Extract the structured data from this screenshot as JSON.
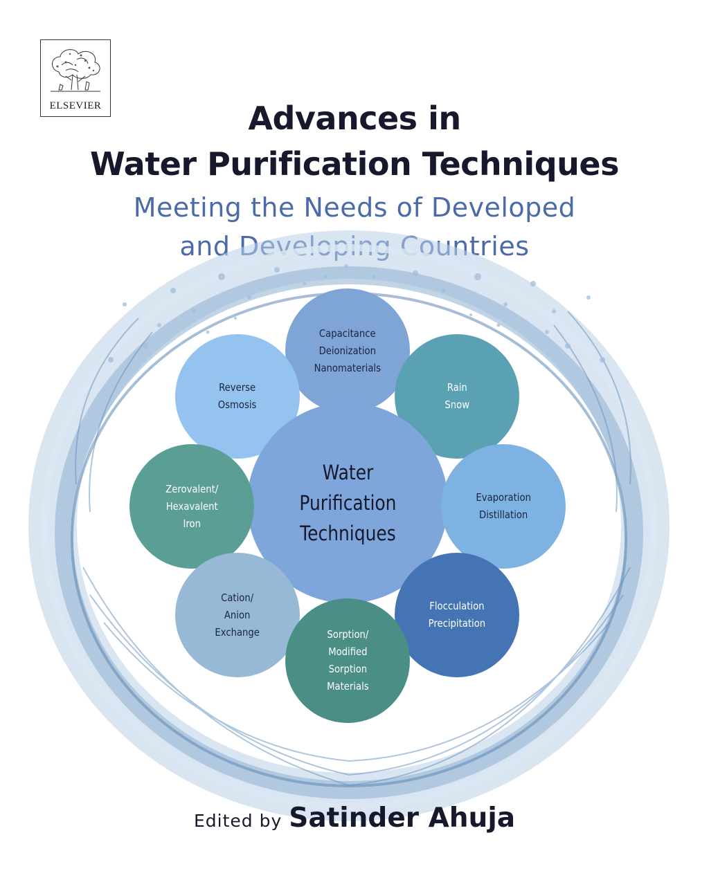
{
  "publisher": {
    "logo_text": "ELSEVIER"
  },
  "book": {
    "title_line_1": "Advances in",
    "title_line_2": "Water Purification Techniques",
    "subtitle_line_1": "Meeting the Needs of Developed",
    "subtitle_line_2": "and Developing Countries"
  },
  "diagram": {
    "center": "Water\nPurification\nTechniques",
    "techniques": [
      "Capacitance\nDeionization\nNanomaterials",
      "Rain\nSnow",
      "Evaporation\nDistillation",
      "Flocculation\nPrecipitation",
      "Sorption/\nModified\nSorption\nMaterials",
      "Cation/\nAnion\nExchange",
      "Zerovalent/\nHexavalent\nIron",
      "Reverse\nOsmosis"
    ]
  },
  "credit": {
    "prefix": "Edited by",
    "editor": "Satinder Ahuja"
  },
  "colors": {
    "title": "#15192b",
    "subtitle": "#4a6aa8",
    "water": "#9fbedd",
    "center_bubble": "#7fa6db",
    "capacitance": "#7fa5d6",
    "rain_snow": "#5aa1b4",
    "evaporation": "#7eb2e3",
    "flocculation": "#4474b3",
    "sorption": "#4b8e85",
    "cation_anion": "#97b9d5",
    "zerovalent": "#5a9e95",
    "reverse_osmosis": "#93c3ee"
  }
}
